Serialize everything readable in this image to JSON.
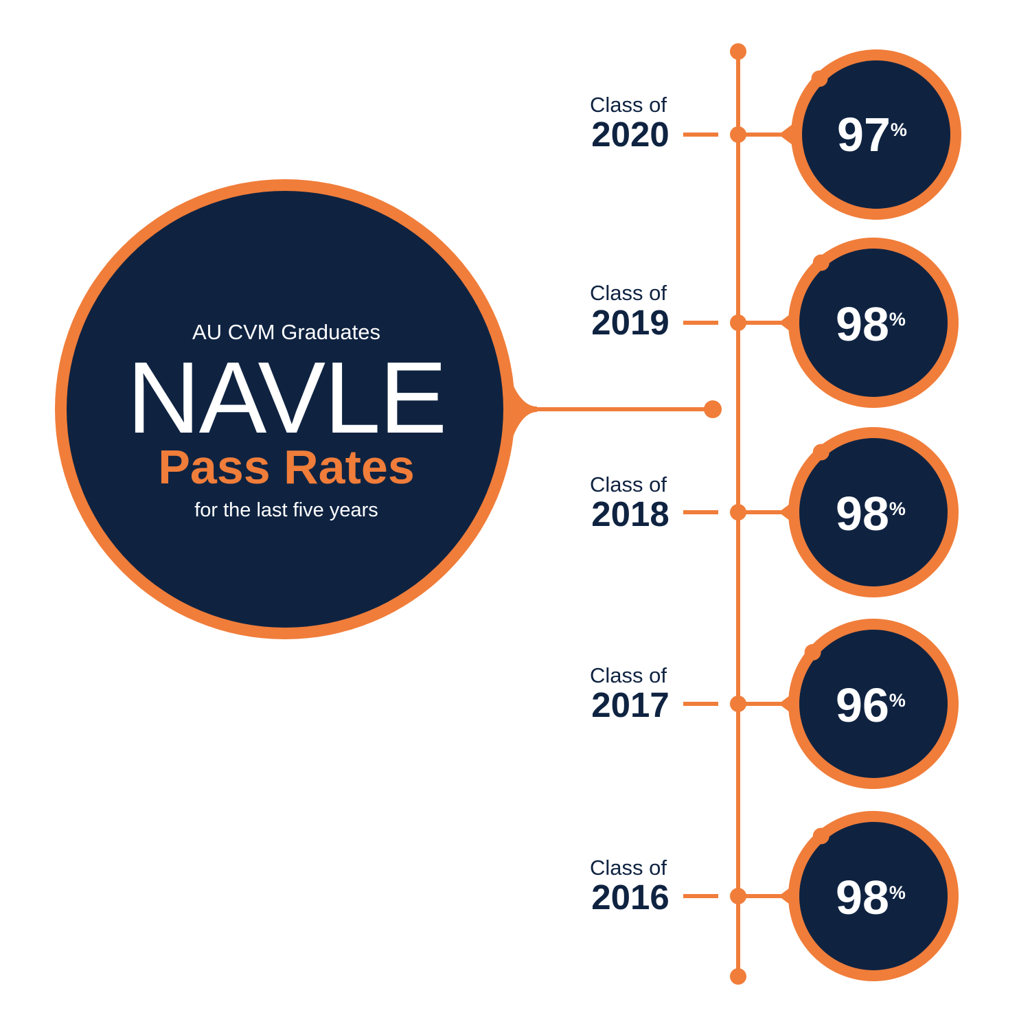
{
  "colors": {
    "navy": "#0f2341",
    "orange": "#f07d3a",
    "background": "#ffffff",
    "white": "#ffffff"
  },
  "hub": {
    "subtitle": "AU CVM Graduates",
    "title": "NAVLE",
    "accent": "Pass Rates",
    "footnote": "for the last five years"
  },
  "timeline": {
    "items": [
      {
        "label": "Class of",
        "year": "2020",
        "rate": 97,
        "rate_text": "97",
        "symbol": "%"
      },
      {
        "label": "Class of",
        "year": "2019",
        "rate": 98,
        "rate_text": "98",
        "symbol": "%"
      },
      {
        "label": "Class of",
        "year": "2018",
        "rate": 98,
        "rate_text": "98",
        "symbol": "%"
      },
      {
        "label": "Class of",
        "year": "2017",
        "rate": 96,
        "rate_text": "96",
        "symbol": "%"
      },
      {
        "label": "Class of",
        "year": "2016",
        "rate": 98,
        "rate_text": "98",
        "symbol": "%"
      }
    ]
  }
}
